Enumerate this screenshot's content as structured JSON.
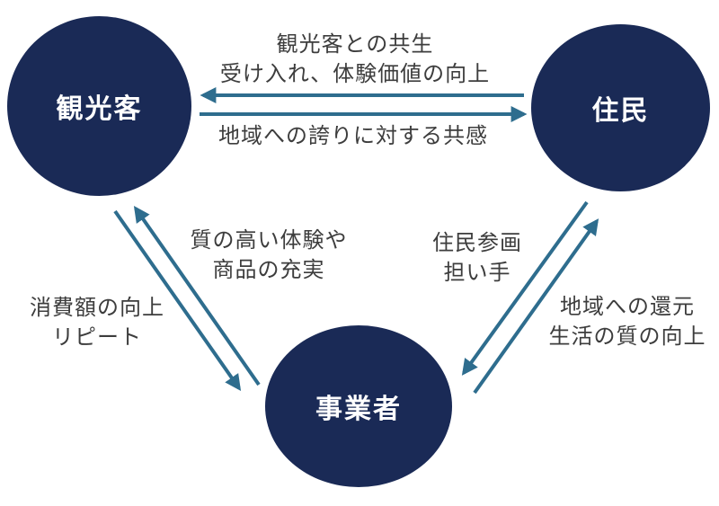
{
  "diagram": {
    "nodes": {
      "tourists": {
        "label": "観光客"
      },
      "residents": {
        "label": "住民"
      },
      "businesses": {
        "label": "事業者"
      }
    },
    "edge_labels": {
      "residents_to_tourists": {
        "line1": "観光客との共生",
        "line2": "受け入れ、体験価値の向上"
      },
      "tourists_to_residents": {
        "line1": "地域への誇りに対する共感"
      },
      "businesses_to_tourists": {
        "line1": "質の高い体験や",
        "line2": "商品の充実"
      },
      "tourists_to_businesses": {
        "line1": "消費額の向上",
        "line2": "リピート"
      },
      "residents_to_businesses": {
        "line1": "住民参画",
        "line2": "担い手"
      },
      "businesses_to_residents": {
        "line1": "地域への還元",
        "line2": "生活の質の向上"
      }
    },
    "colors": {
      "background": "#ffffff",
      "node_fill": "#1a2a56",
      "node_text": "#ffffff",
      "arrow": "#2e6d8e",
      "label_text": "#3d3d3d"
    }
  }
}
